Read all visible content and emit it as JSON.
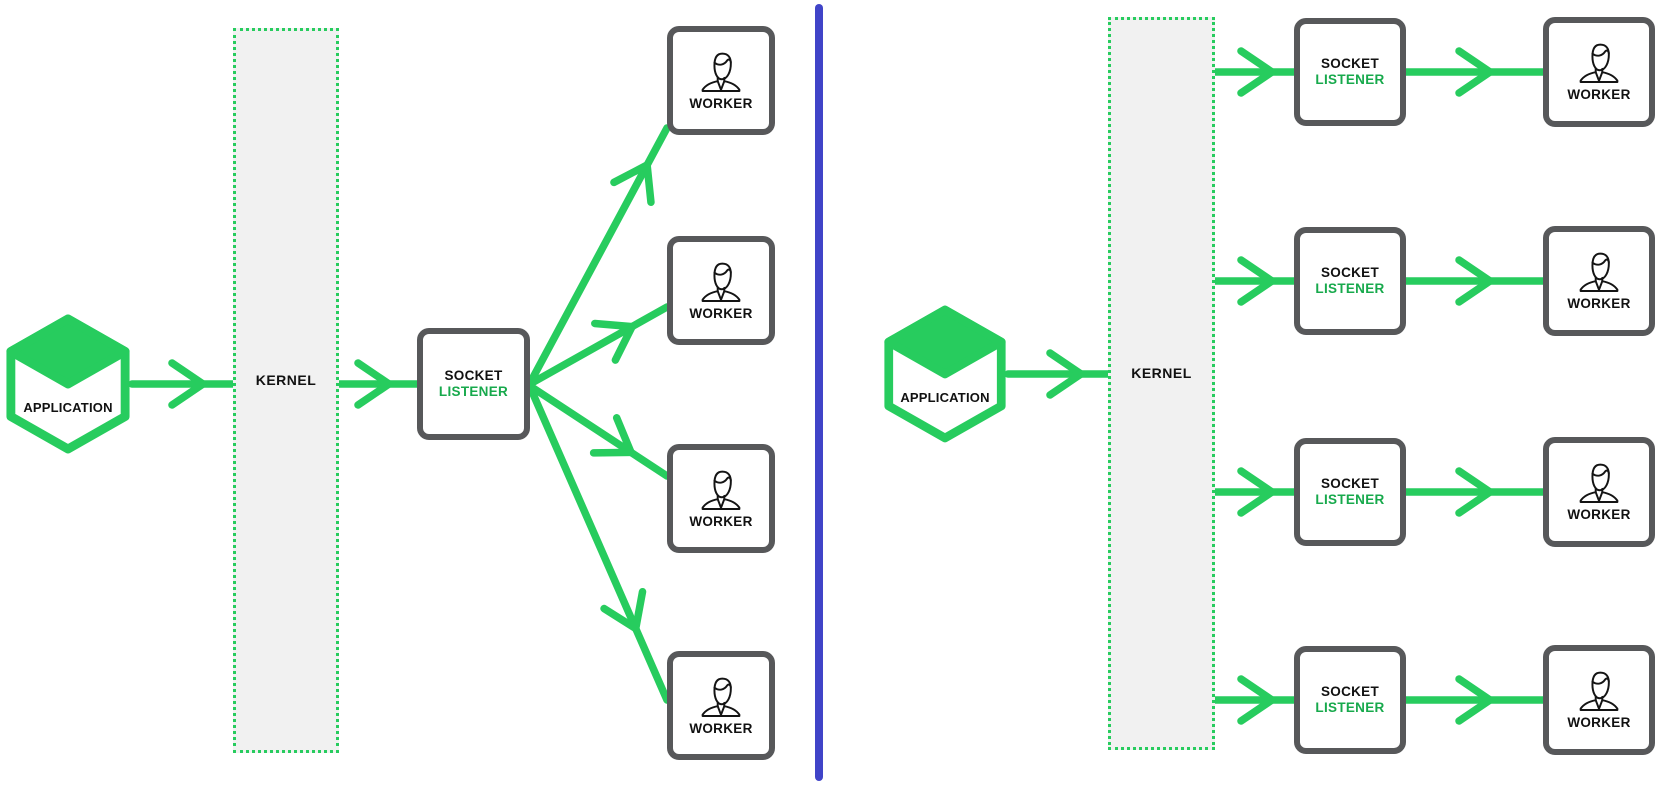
{
  "diagram": {
    "left": {
      "application_label": "APPLICATION",
      "kernel_label": "KERNEL",
      "listener": {
        "line1": "SOCKET",
        "line2": "LISTENER"
      },
      "workers": [
        {
          "label": "WORKER"
        },
        {
          "label": "WORKER"
        },
        {
          "label": "WORKER"
        },
        {
          "label": "WORKER"
        }
      ]
    },
    "right": {
      "application_label": "APPLICATION",
      "kernel_label": "KERNEL",
      "rows": [
        {
          "listener": {
            "line1": "SOCKET",
            "line2": "LISTENER"
          },
          "worker_label": "WORKER"
        },
        {
          "listener": {
            "line1": "SOCKET",
            "line2": "LISTENER"
          },
          "worker_label": "WORKER"
        },
        {
          "listener": {
            "line1": "SOCKET",
            "line2": "LISTENER"
          },
          "worker_label": "WORKER"
        },
        {
          "listener": {
            "line1": "SOCKET",
            "line2": "LISTENER"
          },
          "worker_label": "WORKER"
        }
      ]
    }
  },
  "icons": {
    "application": "cube-hexagon-icon",
    "worker": "person-avatar-icon"
  },
  "colors": {
    "green": "#27cc5e",
    "listener_text_green": "#17a94c",
    "box_border_gray": "#57585a",
    "kernel_fill": "#f1f1f1",
    "divider_blue": "#4044c8",
    "text_black": "#111111",
    "icon_stroke": "#141414"
  }
}
